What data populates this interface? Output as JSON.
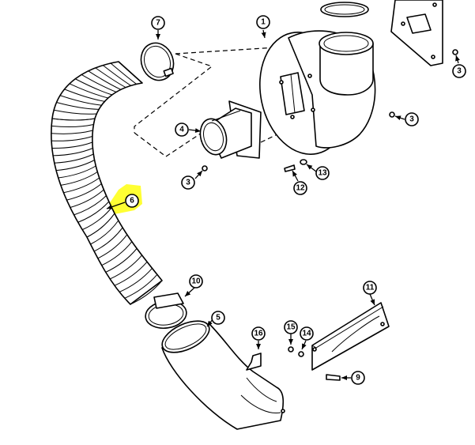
{
  "colors": {
    "line": "#000000",
    "background": "#ffffff",
    "highlight": "#ffff33"
  },
  "callouts": {
    "c1": "1",
    "c3a": "3",
    "c3b": "3",
    "c3c": "3",
    "c4": "4",
    "c5": "5",
    "c6": "6",
    "c7": "7",
    "c9": "9",
    "c10": "10",
    "c11": "11",
    "c12": "12",
    "c13": "13",
    "c14": "14",
    "c15": "15",
    "c16": "16"
  },
  "highlighted_callout": "6"
}
